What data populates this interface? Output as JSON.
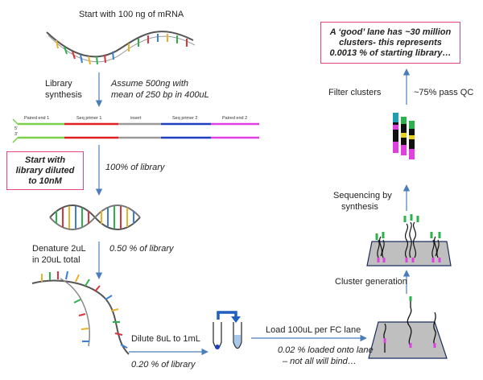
{
  "steps": {
    "start": "Start with 100 ng of mRNA",
    "library_synthesis": [
      "Library",
      "synthesis"
    ],
    "assume": [
      "Assume 500ng with",
      "mean of 250 bp in 400uL"
    ],
    "start_diluted": [
      "Start with",
      "library diluted",
      "to 10nM"
    ],
    "pct_100": "100% of library",
    "denature": [
      "Denature 2uL",
      "in 20uL total"
    ],
    "pct_050": "0.50 % of library",
    "dilute": "Dilute 8uL to 1mL",
    "pct_020": "0.20 % of library",
    "load": "Load 100uL per FC lane",
    "loaded": [
      "0.02 % loaded onto lane",
      "– not all will bind…"
    ],
    "cluster_generation": "Cluster generation",
    "sequencing": [
      "Sequencing by",
      "synthesis"
    ],
    "filter": "Filter clusters",
    "pass_qc": "~75% pass QC",
    "good_lane": [
      "A ‘good’ lane has ~30 million",
      "clusters- this represents",
      "0.0013 % of starting library…"
    ]
  },
  "library_segments": [
    "Paired end 1",
    "Seq primer 1",
    "insert",
    "Seq primer 2",
    "Paired end 2"
  ],
  "strand_ends": [
    "5’",
    "3’"
  ],
  "colors": {
    "arrow": "#4a7ebb",
    "highlight_border": "#e0457b",
    "paired_end_1": "#7ad04a",
    "seq_primer_1": "#e02020",
    "insert": "#9a9a9a",
    "seq_primer_2": "#1f3fbf",
    "paired_end_2": "#e040e0",
    "flowcell": "#bfbfbf"
  }
}
